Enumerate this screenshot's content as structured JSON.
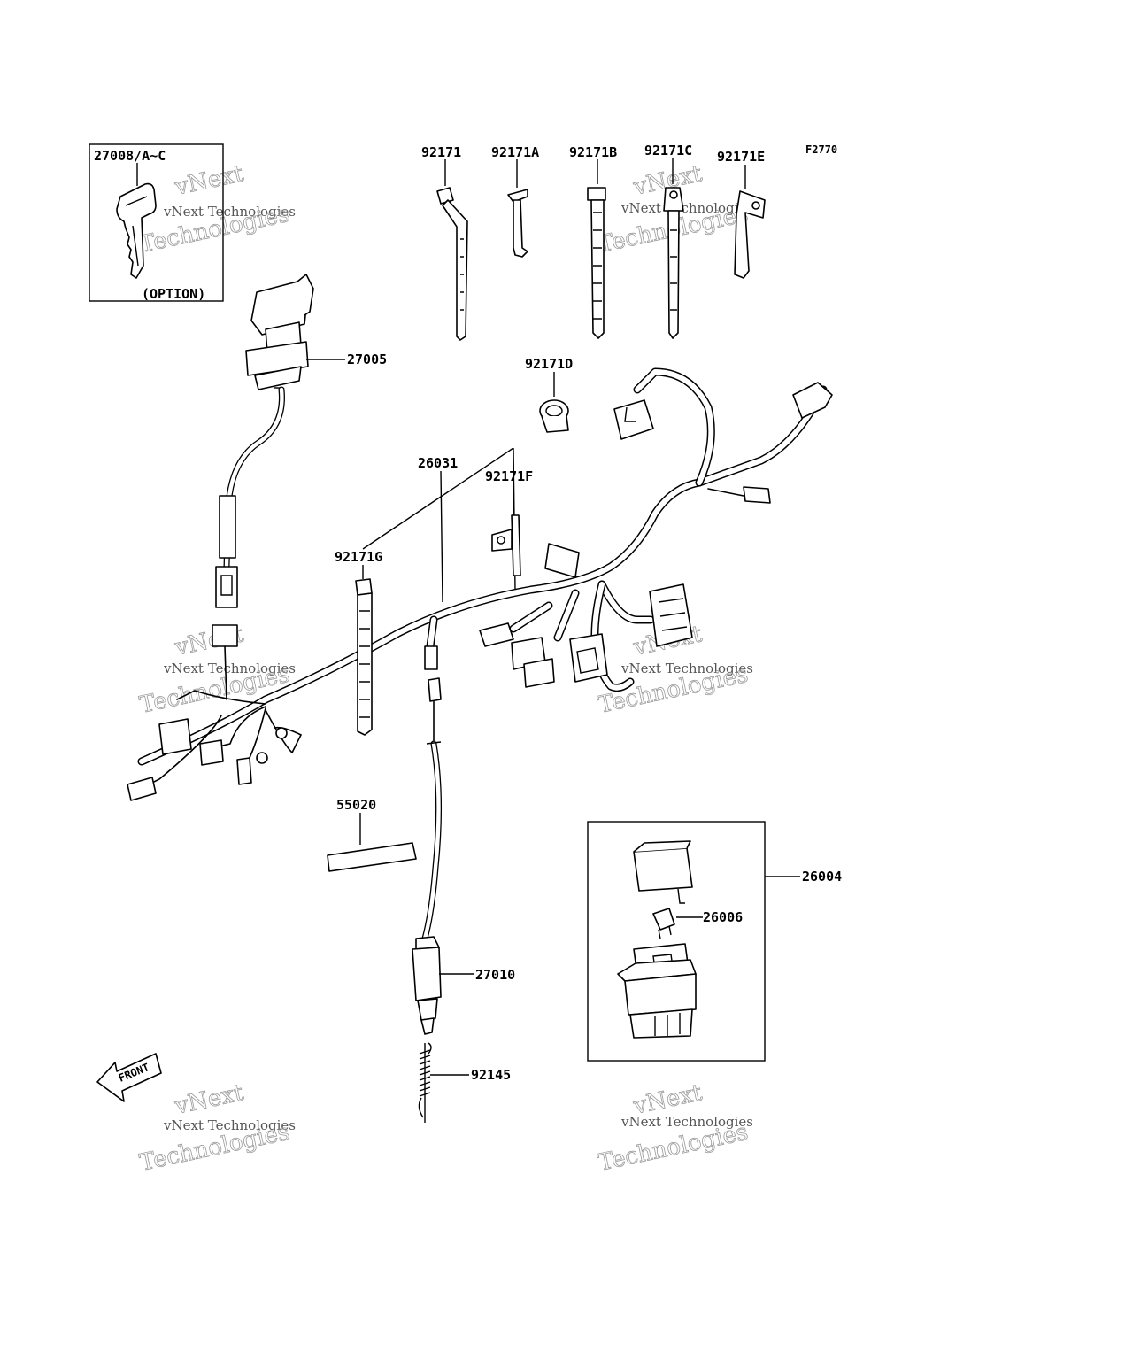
{
  "figure_code": "F2770",
  "watermark": {
    "line1": "vNext",
    "line2": "vNext Technologies",
    "line3": "Technologies"
  },
  "front_label": "FRONT",
  "parts": {
    "key": "27008/A~C",
    "key_option": "(OPTION)",
    "ignition_switch": "27005",
    "clamp_1": "92171",
    "clamp_a": "92171A",
    "clamp_b": "92171B",
    "clamp_c": "92171C",
    "clamp_e": "92171E",
    "clamp_d": "92171D",
    "clamp_f": "92171F",
    "clamp_g": "92171G",
    "main_harness": "26031",
    "label_sheet": "55020",
    "relay_assembly": "26004",
    "fuse": "26006",
    "brake_switch": "27010",
    "spring": "92145"
  }
}
